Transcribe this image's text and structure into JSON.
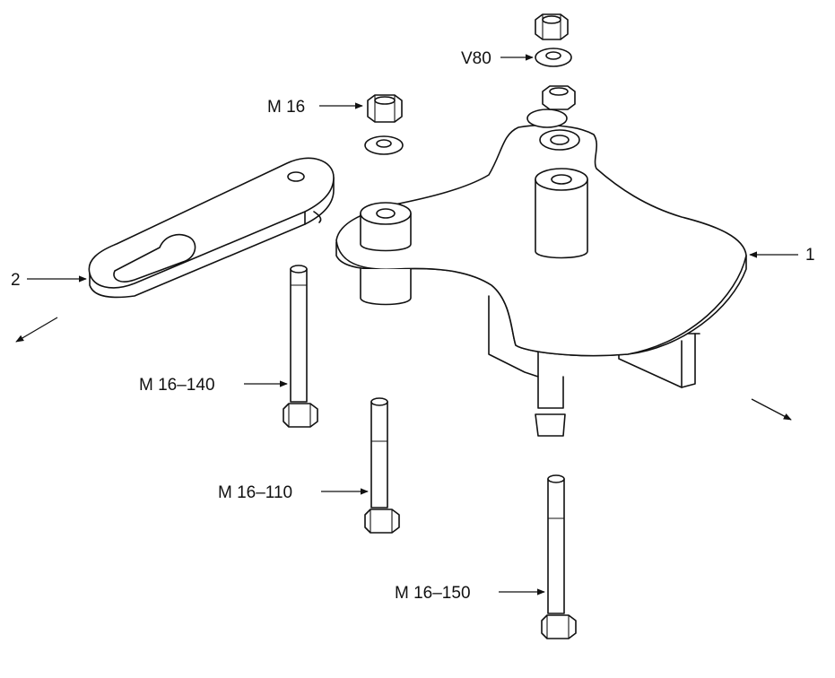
{
  "labels": {
    "v80": "V80",
    "m16": "M 16",
    "part1": "1",
    "part2": "2",
    "m16_140": "M 16–140",
    "m16_110": "M 16–110",
    "m16_150": "M 16–150"
  },
  "colors": {
    "line": "#111111",
    "background": "#ffffff"
  }
}
